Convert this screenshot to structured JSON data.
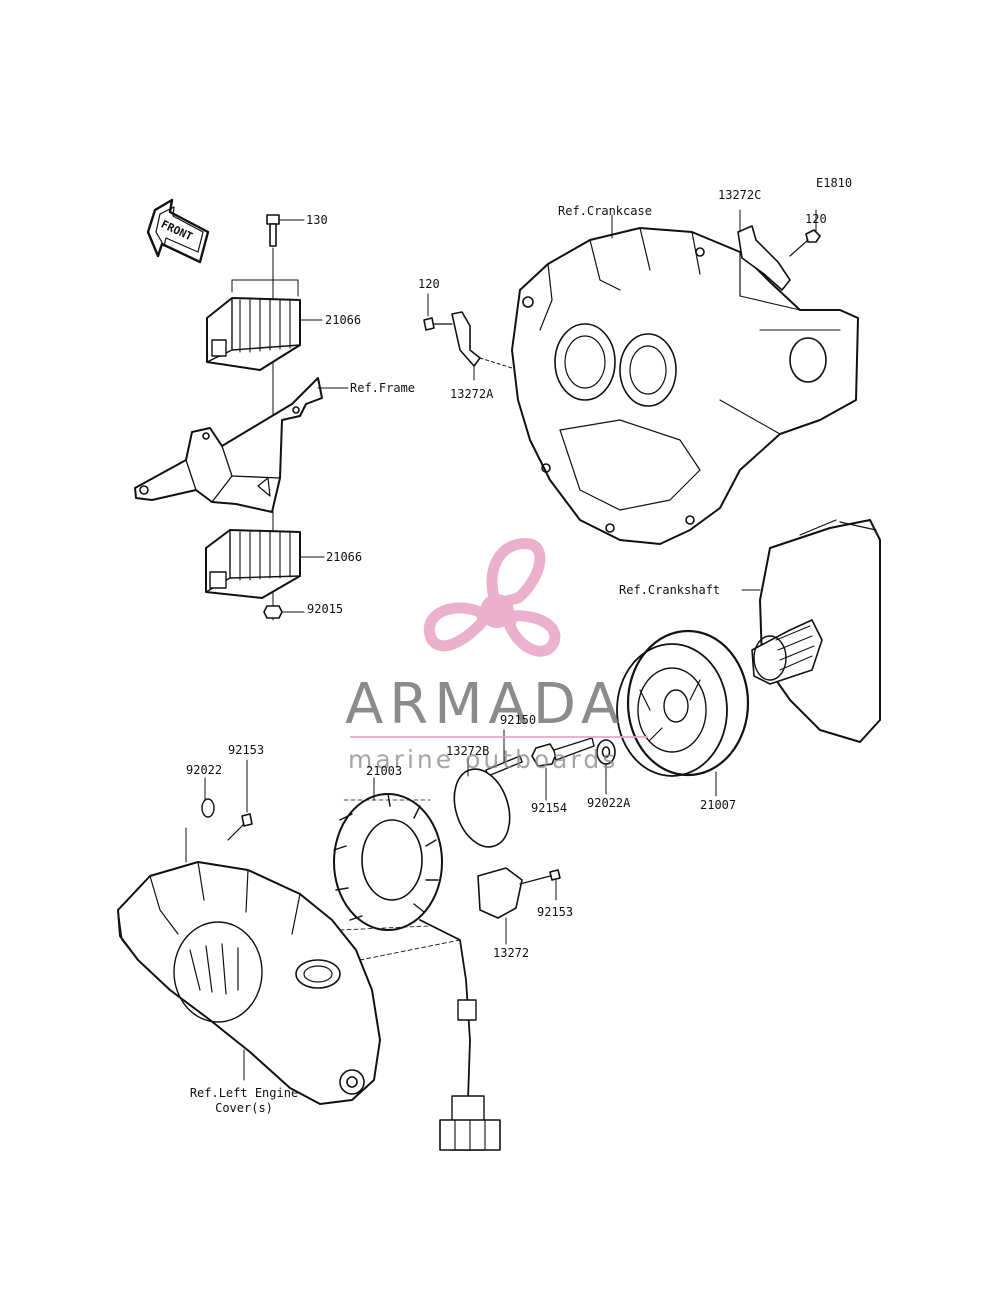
{
  "diagram": {
    "code": "E1810",
    "watermark": {
      "name": "ARMADA",
      "tagline": "marine outboards",
      "accent_color": "#e8a3c4",
      "text_color": "#777777"
    },
    "front_arrow_text": "FRONT",
    "labels": {
      "p130": "130",
      "p21066_top": "21066",
      "ref_frame": "Ref.Frame",
      "p21066_bottom": "21066",
      "p92015": "92015",
      "ref_crankcase": "Ref.Crankcase",
      "p13272c": "13272C",
      "p120_right": "120",
      "p120_left": "120",
      "p13272a": "13272A",
      "ref_crankshaft": "Ref.Crankshaft",
      "p92150": "92150",
      "p13272b": "13272B",
      "p21003": "21003",
      "p92153_top": "92153",
      "p92022": "92022",
      "p92154": "92154",
      "p92022a": "92022A",
      "p21007": "21007",
      "p92153_right": "92153",
      "p13272": "13272",
      "ref_left_cover_1": "Ref.Left Engine",
      "ref_left_cover_2": "Cover(s)"
    }
  }
}
